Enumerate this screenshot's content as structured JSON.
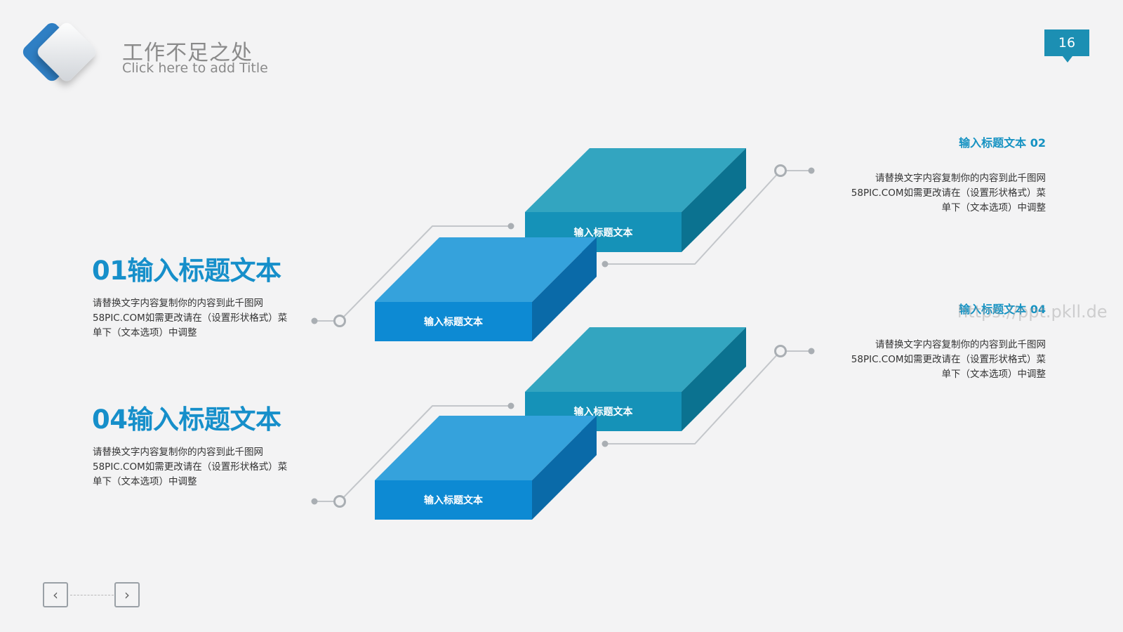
{
  "header": {
    "title": "工作不足之处",
    "subtitle": "Click here to add Title",
    "page_number": "16"
  },
  "left_items": [
    {
      "heading": "01输入标题文本",
      "body": [
        "请替换文字内容复制你的内容到此千图网",
        "58PIC.COM如需更改请在（设置形状格式）菜",
        "单下（文本选项）中调整"
      ]
    },
    {
      "heading": "04输入标题文本",
      "body": [
        "请替换文字内容复制你的内容到此千图网",
        "58PIC.COM如需更改请在（设置形状格式）菜",
        "单下（文本选项）中调整"
      ]
    }
  ],
  "right_items": [
    {
      "heading": "输入标题文本 02",
      "body": [
        "请替换文字内容复制你的内容到此千图网",
        "58PIC.COM如需更改请在（设置形状格式）菜",
        "单下（文本选项）中调整"
      ]
    },
    {
      "heading": "输入标题文本 04",
      "body": [
        "请替换文字内容复制你的内容到此千图网",
        "58PIC.COM如需更改请在（设置形状格式）菜",
        "单下（文本选项）中调整"
      ]
    }
  ],
  "blocks": {
    "upper_front": "输入标题文本",
    "upper_back": "输入标题文本",
    "lower_front": "输入标题文本",
    "lower_back": "输入标题文本"
  },
  "watermark": "https://ppt.pkll.de",
  "nav": {
    "prev": "‹",
    "next": "›"
  },
  "colors": {
    "blue_front": "#0d8ad3",
    "blue_top": "#35a2dc",
    "blue_side": "#0a6aa8",
    "teal_front": "#1592b8",
    "teal_top": "#33a5c0",
    "teal_side": "#0b7290",
    "accent": "#1c8fb3"
  }
}
